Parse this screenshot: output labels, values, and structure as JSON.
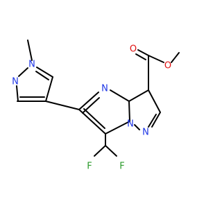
{
  "molecule": {
    "atom_labels": {
      "pyrazole_n_methyl": "N",
      "pyrazole_n2": "N",
      "pyrimidine_n4": "N",
      "bridgehead_n": "N",
      "pyrazole_n1": "N",
      "carbonyl_o": "O",
      "ester_o": "O",
      "fluorine_left": "F",
      "fluorine_right": "F"
    },
    "element_colors": {
      "N": "#1d35e6",
      "O": "#e01010",
      "F": "#2a9a2a",
      "C": "#000000"
    }
  }
}
